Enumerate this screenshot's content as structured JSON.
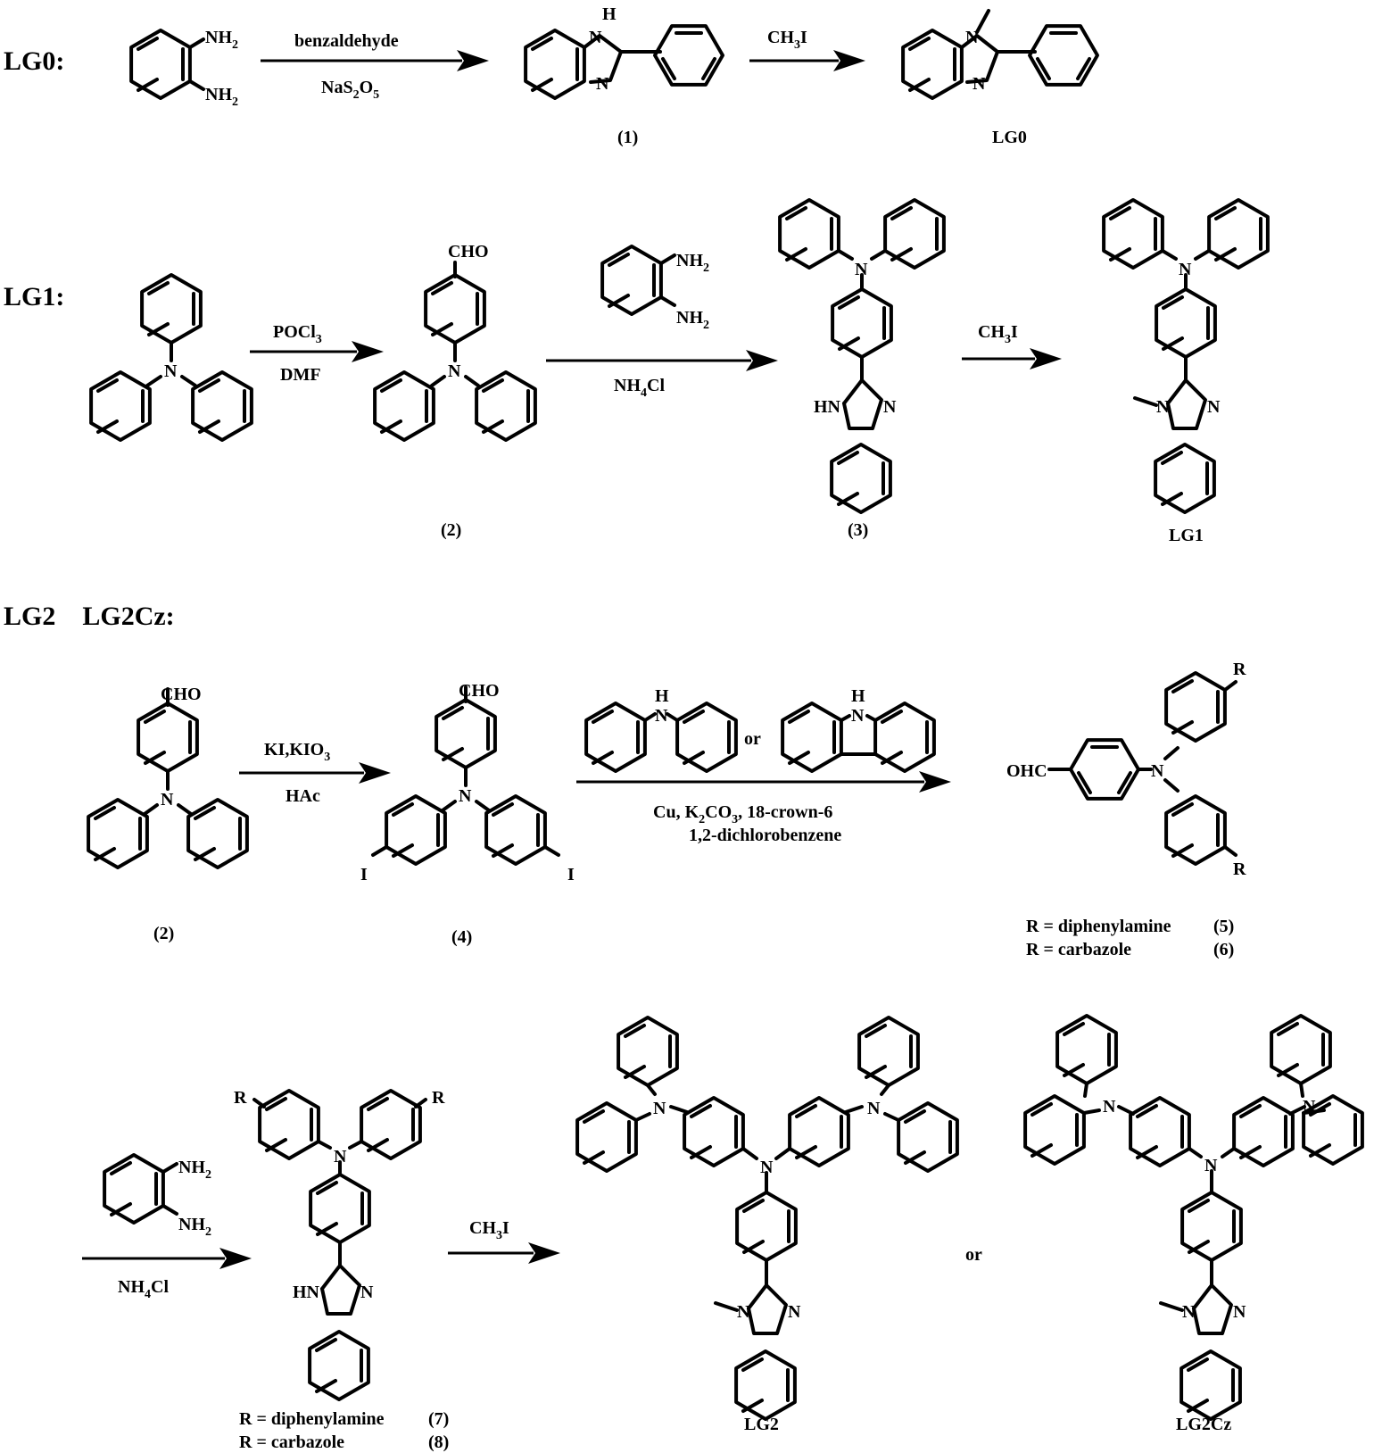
{
  "rows": {
    "lg0": "LG0:",
    "lg1": "LG1:",
    "lg2": "LG2    LG2Cz:"
  },
  "reagents": {
    "a1_top": "benzaldehyde",
    "a1_bottom": "NaS<sub>2</sub>O<sub>5</sub>",
    "a2_top": "CH<sub>3</sub>I",
    "a3_top": "POCl<sub>3</sub>",
    "a3_bottom": "DMF",
    "a4_bottom": "NH<sub>4</sub>Cl",
    "a5_top": "CH<sub>3</sub>I",
    "a6_top": "KI,KIO<sub>3</sub>",
    "a6_bottom": "HAc",
    "a7_bottom1": "Cu, K<sub>2</sub>CO<sub>3</sub>, 18-crown-6",
    "a7_bottom2": "1,2-dichlorobenzene",
    "a8_bottom": "NH<sub>4</sub>Cl",
    "a9_top": "CH<sub>3</sub>I",
    "or_amine": "or",
    "or_product": "or"
  },
  "compounds": {
    "c1": "(1)",
    "lg0": "LG0",
    "c2": "(2)",
    "c3": "(3)",
    "lg1": "LG1",
    "c2b": "(2)",
    "c4": "(4)",
    "r5": "R = diphenylamine",
    "n5": "(5)",
    "r6": "R = carbazole",
    "n6": "(6)",
    "r7": "R = diphenylamine",
    "n7": "(7)",
    "r8": "R = carbazole",
    "n8": "(8)",
    "lg2": "LG2",
    "lg2cz": "LG2Cz"
  },
  "atoms": {
    "nh2": "NH<sub>2</sub>",
    "n": "N",
    "h": "H",
    "hn": "HN",
    "cho": "CHO",
    "ohc": "OHC",
    "i": "I",
    "r": "R"
  }
}
